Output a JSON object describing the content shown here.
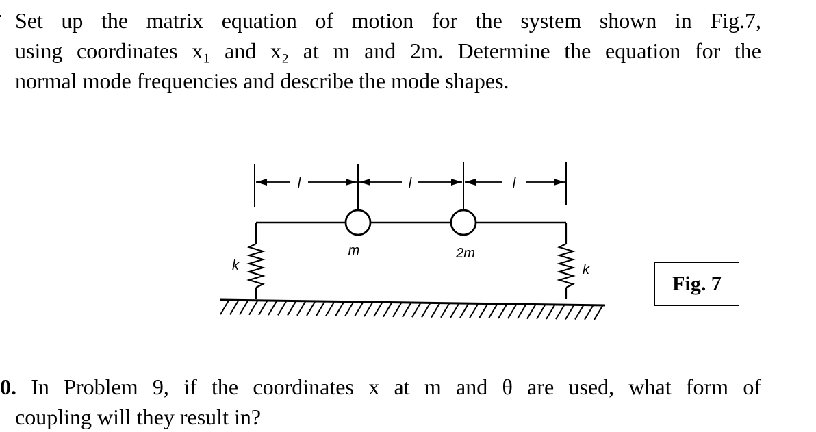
{
  "problem9": {
    "line1": "Set up the matrix equation of motion for the system shown in Fig.7,",
    "line2": "using coordinates x₁ and x₂ at m and 2m. Determine the equation for the",
    "line3": "normal mode frequencies and describe the mode shapes."
  },
  "figure": {
    "dim_left": "l",
    "dim_mid": "l",
    "dim_right": "l",
    "mass_left": "m",
    "mass_right": "2m",
    "spring_left": "k",
    "spring_right": "k",
    "caption": "Fig. 7"
  },
  "problem10": {
    "number": "0.",
    "line1_rest": " In Problem 9, if the coordinates x at m and θ are used, what form of",
    "line2": "coupling will they result in?"
  }
}
